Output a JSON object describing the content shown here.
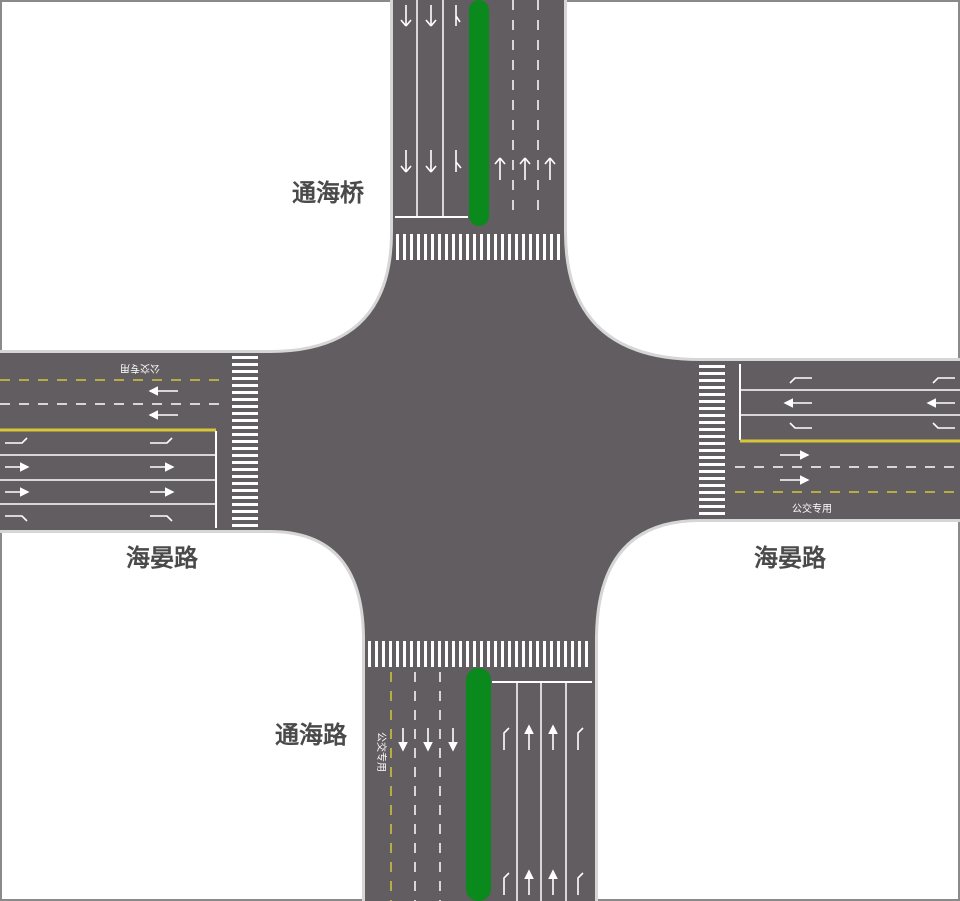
{
  "labels": {
    "north": "通海桥",
    "west": "海晏路",
    "east": "海晏路",
    "south": "通海路"
  },
  "bus_lane_text": "公交专用",
  "colors": {
    "road": "#625d60",
    "median": "#0a8a1c",
    "yellow": "#d8c63a",
    "marking": "#ffffff",
    "curb": "#d6d6d6",
    "label": "#4a4a4a"
  }
}
